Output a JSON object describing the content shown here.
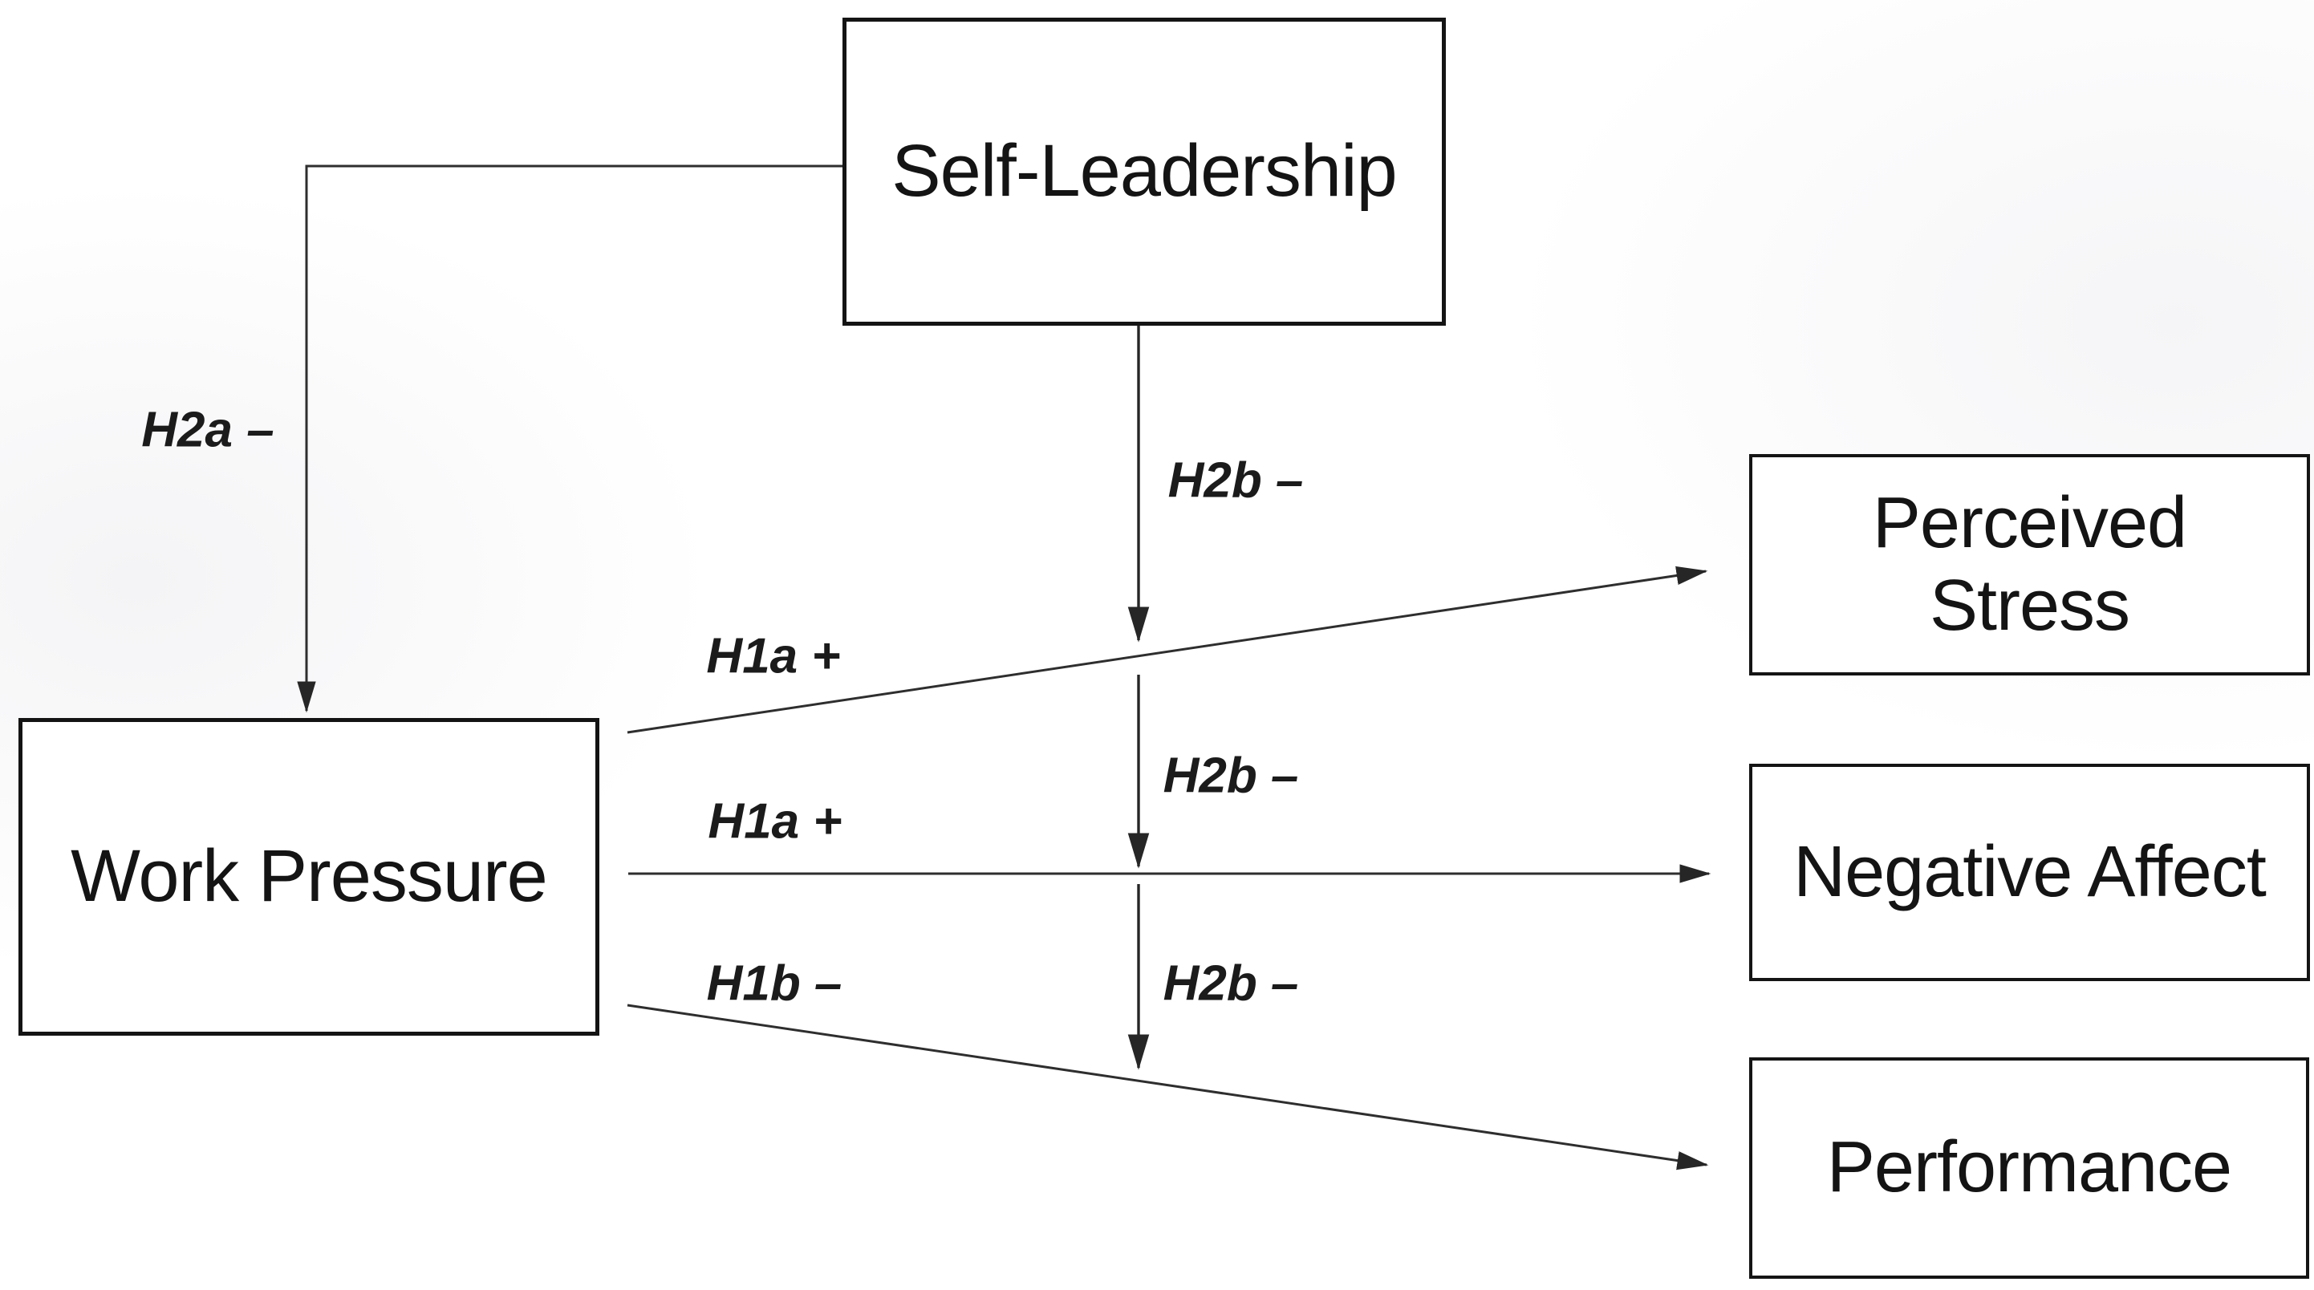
{
  "diagram": {
    "boxes": {
      "self_leadership": {
        "label": "Self-Leadership"
      },
      "work_pressure": {
        "label": "Work Pressure"
      },
      "perceived_stress": {
        "label": "Perceived Stress"
      },
      "negative_affect": {
        "label": "Negative Affect"
      },
      "performance": {
        "label": "Performance"
      }
    },
    "path_labels": {
      "h2a": "H2a –",
      "h2b_top": "H2b –",
      "h1a_top": "H1a +",
      "h1a_mid": "H1a +",
      "h2b_mid": "H2b –",
      "h1b": "H1b –",
      "h2b_bottom": "H2b –"
    },
    "edges": [
      {
        "from": "self_leadership",
        "to": "work_pressure",
        "label": "H2a –"
      },
      {
        "from": "self_leadership",
        "to": "path work_pressure → perceived_stress",
        "label": "H2b –"
      },
      {
        "from": "self_leadership",
        "to": "path work_pressure → negative_affect",
        "label": "H2b –"
      },
      {
        "from": "self_leadership",
        "to": "path work_pressure → performance",
        "label": "H2b –"
      },
      {
        "from": "work_pressure",
        "to": "perceived_stress",
        "label": "H1a +"
      },
      {
        "from": "work_pressure",
        "to": "negative_affect",
        "label": "H1a +"
      },
      {
        "from": "work_pressure",
        "to": "performance",
        "label": "H1b –"
      }
    ],
    "colors": {
      "line": "#262626",
      "box_border": "#141414",
      "box_fill": "#ffffff",
      "text": "#141414",
      "background": "#ffffff"
    }
  }
}
